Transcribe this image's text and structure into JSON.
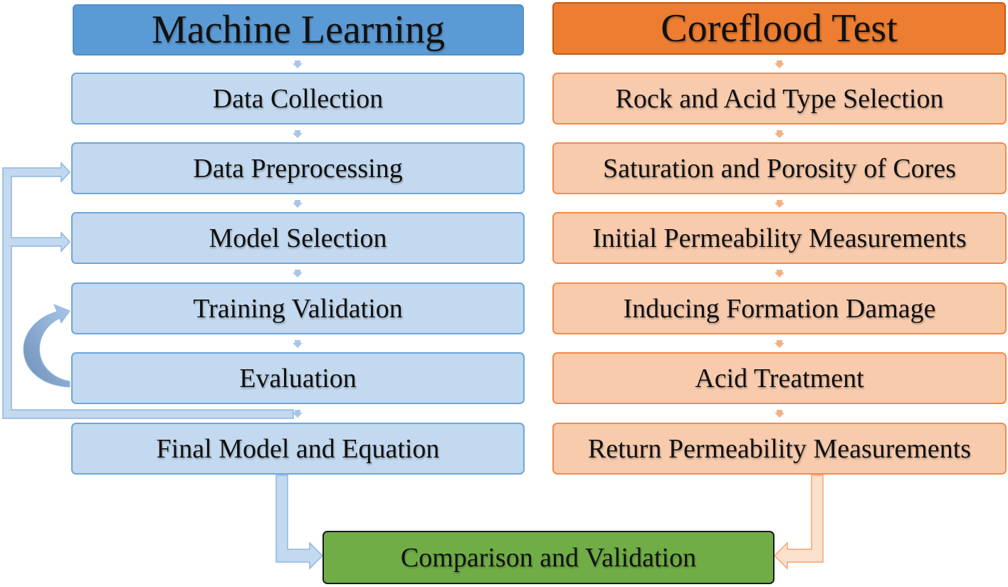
{
  "colors": {
    "ml_header": "#5b9bd5",
    "ml_step_fill": "#c3d9ef",
    "ml_step_border": "#6fa6db",
    "cf_header": "#ed7d31",
    "cf_step_fill": "#f8cbad",
    "cf_step_border": "#ef8c4c",
    "final_fill": "#70ad47"
  },
  "machine_learning": {
    "title": "Machine Learning",
    "steps": [
      "Data Collection",
      "Data Preprocessing",
      "Model Selection",
      "Training Validation",
      "Evaluation",
      "Final Model and Equation"
    ]
  },
  "coreflood": {
    "title": "Coreflood Test",
    "steps": [
      "Rock and Acid Type Selection",
      "Saturation and Porosity of Cores",
      "Initial Permeability Measurements",
      "Inducing Formation Damage",
      "Acid Treatment",
      "Return Permeability Measurements"
    ]
  },
  "final": {
    "label": "Comparison and Validation"
  }
}
